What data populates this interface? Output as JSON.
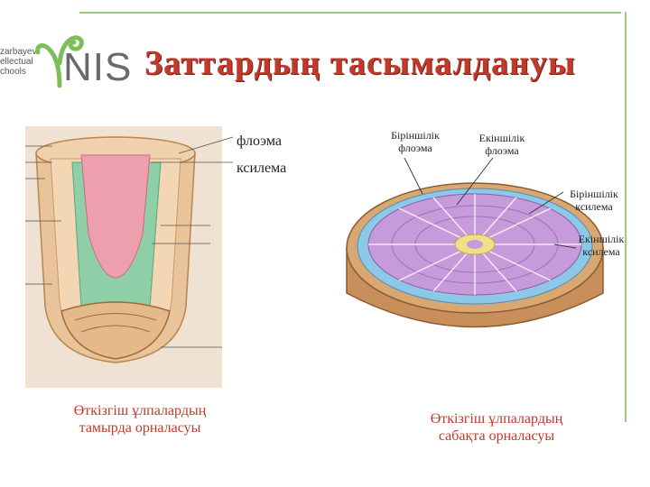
{
  "header": {
    "logo_lines": [
      "zarbayev",
      "ellectual",
      "chools"
    ],
    "logo_word": "NIS",
    "title": "Заттардың тасымалдануы"
  },
  "root_diagram": {
    "label_phloem": "флоэма",
    "label_xylem": "ксилема",
    "caption_line1": "Өткізгіш ұлпалардың",
    "caption_line2": "тамырда орналасуы"
  },
  "stem_diagram": {
    "label_primary_phloem_1": "Біріншілік",
    "label_primary_phloem_2": "флоэма",
    "label_secondary_phloem_1": "Екіншілік",
    "label_secondary_phloem_2": "флоэма",
    "label_primary_xylem_1": "Біріншілік",
    "label_primary_xylem_2": "ксилема",
    "label_secondary_xylem_1": "Екіншілік",
    "label_secondary_xylem_2": "ксилема",
    "caption_line1": "Өткізгіш ұлпалардың",
    "caption_line2": "сабақта  орналасуы"
  },
  "colors": {
    "title": "#c0392b",
    "frame": "#9bc98a",
    "root_bark": "#e9c49a",
    "phloem_pink": "#ee9fae",
    "xylem_green": "#8fcfa8",
    "stem_purple": "#c79ad9",
    "stem_blue": "#8ec8e8",
    "stem_bark": "#c98f5a"
  }
}
